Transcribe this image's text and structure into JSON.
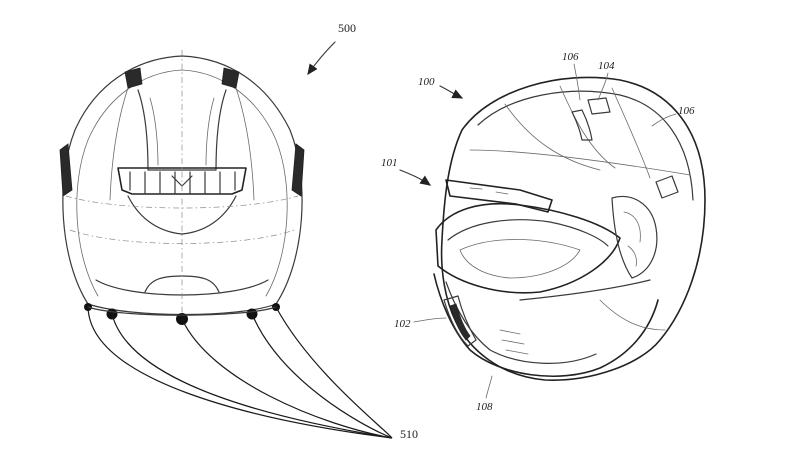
{
  "labels": {
    "ref_500": "500",
    "ref_510": "510",
    "ref_100": "100",
    "ref_101": "101",
    "ref_102": "102",
    "ref_104": "104",
    "ref_106_top": "106",
    "ref_106_right": "106",
    "ref_108": "108"
  }
}
